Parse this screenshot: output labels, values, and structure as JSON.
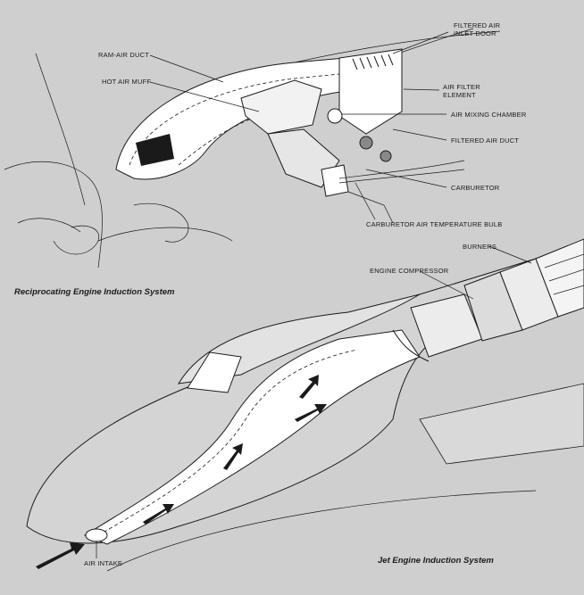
{
  "top_section": {
    "caption": "Reciprocating Engine Induction System",
    "labels": {
      "filtered_air_inlet_door_line1": "FILTERED AIR",
      "filtered_air_inlet_door_line2": "INLET DOOR",
      "ram_air_duct": "RAM-AIR DUCT",
      "hot_air_muff": "HOT AIR MUFF",
      "air_filter_element_line1": "AIR FILTER",
      "air_filter_element_line2": "ELEMENT",
      "air_mixing_chamber": "AIR MIXING CHAMBER",
      "filtered_air_duct": "FILTERED AIR DUCT",
      "carburetor": "CARBURETOR",
      "carburetor_air_temperature_bulb": "CARBURETOR AIR TEMPERATURE BULB"
    }
  },
  "bottom_section": {
    "caption": "Jet Engine Induction System",
    "labels": {
      "burners": "BURNERS",
      "engine_compressor": "ENGINE COMPRESSOR",
      "air_intake": "AIR INTAKE"
    }
  },
  "colors": {
    "background": "#cfcfcf",
    "duct_fill": "#ffffff",
    "ink": "#1a1a1a"
  }
}
